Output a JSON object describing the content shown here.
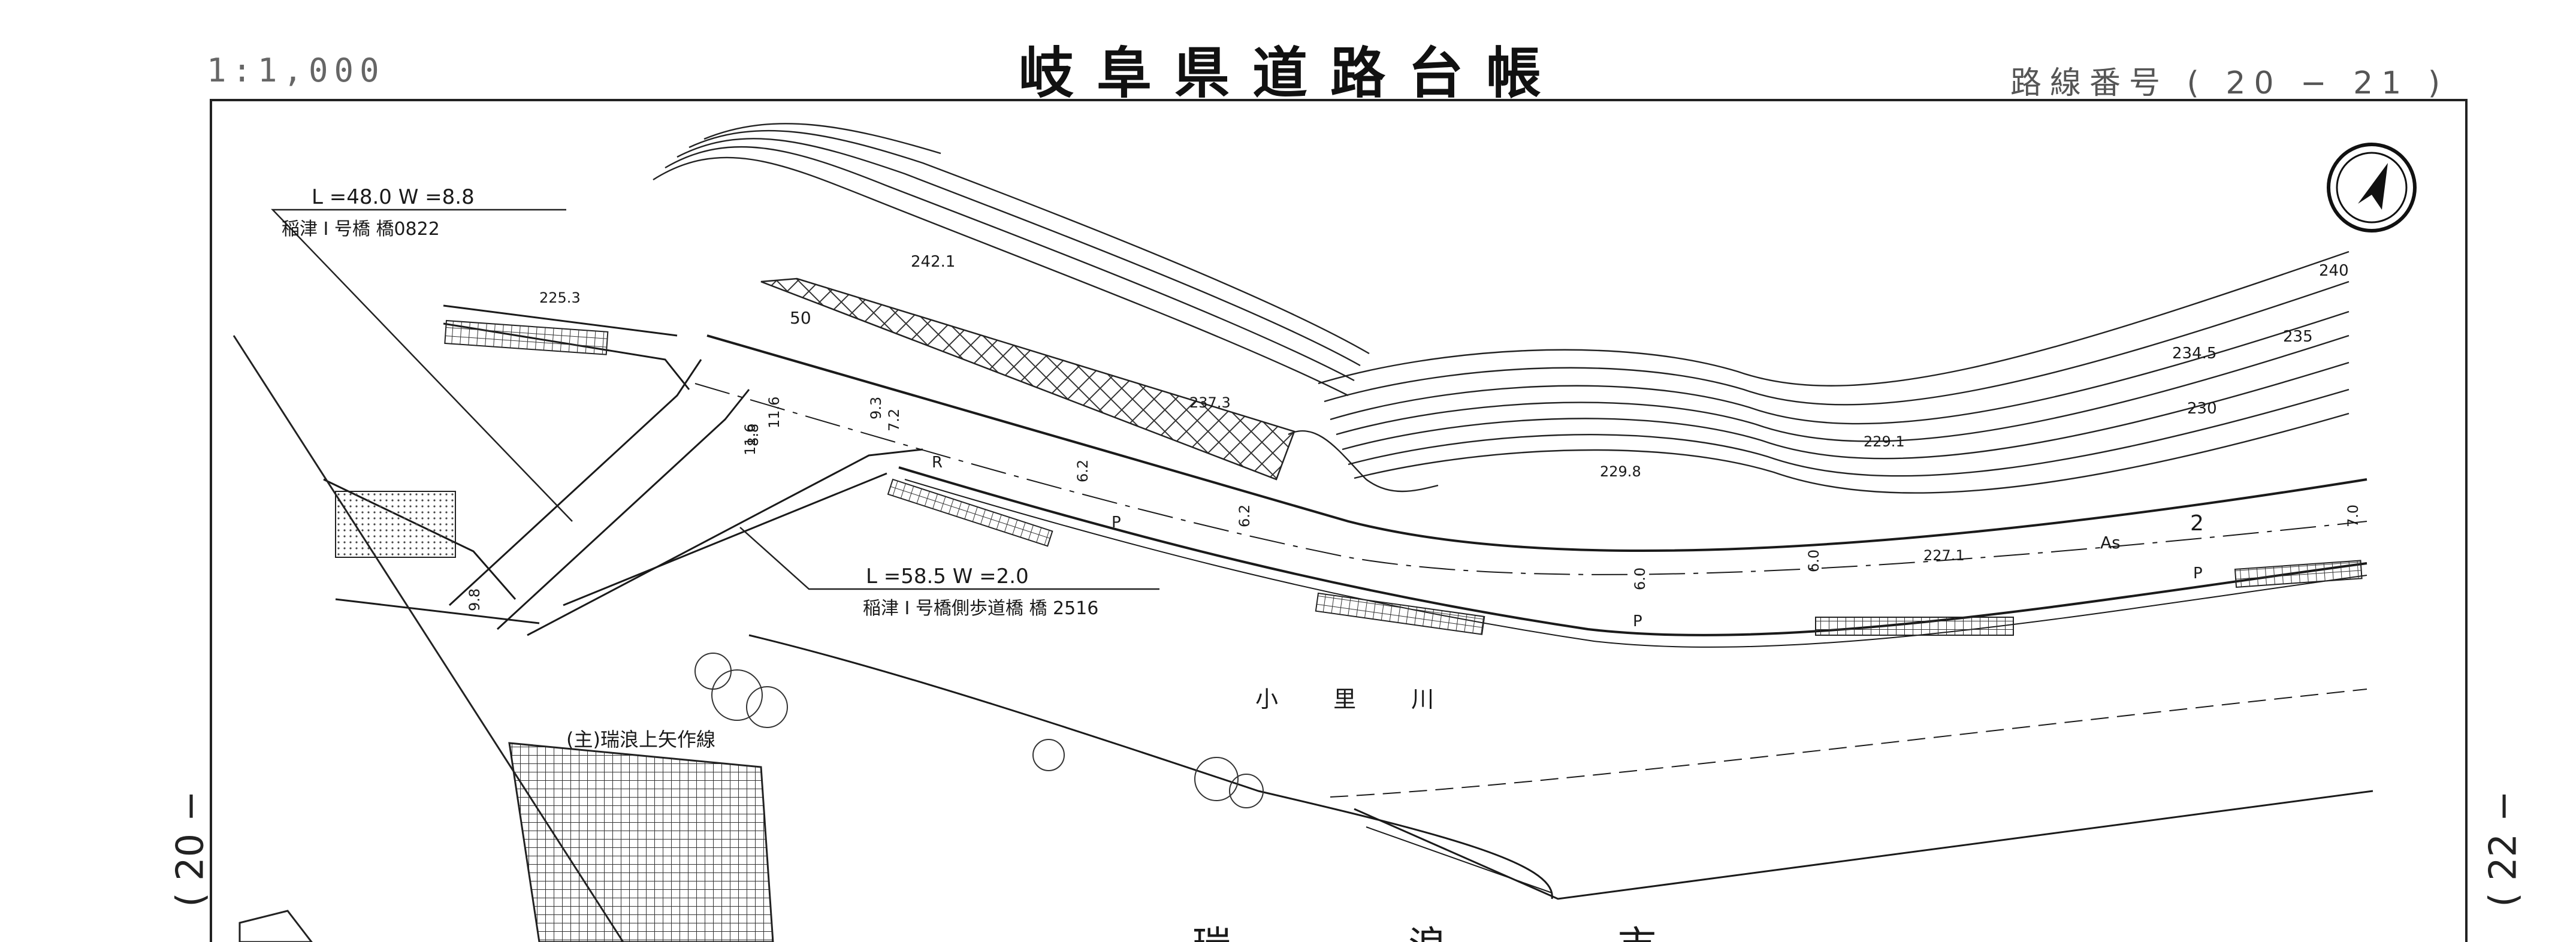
{
  "header": {
    "title": "岐阜県道路台帳",
    "scale": "1:1,000",
    "route_number_label": "路線番号",
    "route_number_value": "( 20 − 21 )"
  },
  "adjacent_sheets": {
    "left": "( 20 −",
    "right": "( 22 −"
  },
  "bridges": [
    {
      "dims": "L =48.0  W =8.8",
      "name": "稲津 I 号橋  橋0822"
    },
    {
      "dims": "L =58.5  W =2.0",
      "name": "稲津 I 号橋側歩道橋  橋 2516"
    }
  ],
  "route_labels": {
    "main_route": "(主)瑞浪上矢作線"
  },
  "river": {
    "name": "小  里  川"
  },
  "bottom_place_name_partial": [
    "瑞",
    "浪",
    "市"
  ],
  "elevations": [
    "242.1",
    "240",
    "235",
    "234.5",
    "230",
    "229.1",
    "229.8",
    "237.3",
    "227.1",
    "225.3"
  ],
  "road_widths": [
    "6.0",
    "6.2",
    "6.2",
    "11.6",
    "11.6",
    "9.3",
    "7.2",
    "8.8",
    "9.8",
    "6.0",
    "7.0"
  ],
  "road_marks": {
    "pavement": "As",
    "lanes": "2",
    "sidewalk": "P",
    "bend": "R",
    "slope": "50"
  },
  "icons": {
    "north_arrow": "north-arrow-icon"
  },
  "colors": {
    "ink": "#1a1a1a",
    "paper": "#ffffff"
  }
}
